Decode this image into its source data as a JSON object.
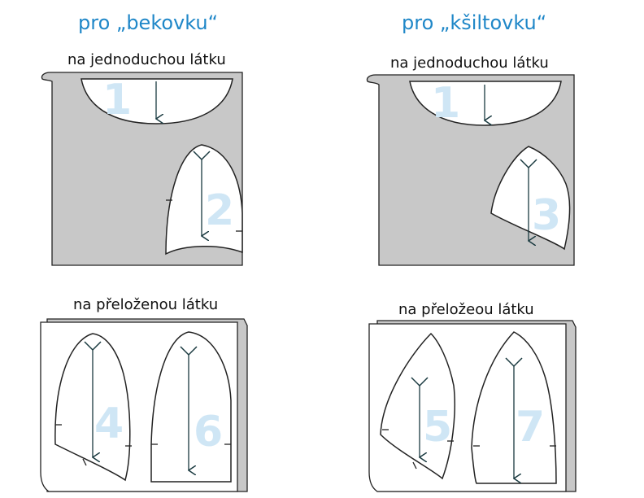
{
  "columns": [
    {
      "heading": "pro „bekovku“"
    },
    {
      "heading": "pro „kšiltovku“"
    }
  ],
  "panels": [
    {
      "label": "na jednoduchou látku",
      "pieces": [
        "1",
        "2"
      ]
    },
    {
      "label": "na jednoduchou látku",
      "pieces": [
        "1",
        "3"
      ]
    },
    {
      "label": "na přeloženou látku",
      "pieces": [
        "4",
        "6"
      ]
    },
    {
      "label": "na přeložeou látku",
      "pieces": [
        "5",
        "7"
      ]
    }
  ],
  "colors": {
    "heading": "#1f87c8",
    "fabric": "#c8c8c8",
    "piece_number": "#cfe6f5",
    "arrow": "#1a3a40"
  }
}
